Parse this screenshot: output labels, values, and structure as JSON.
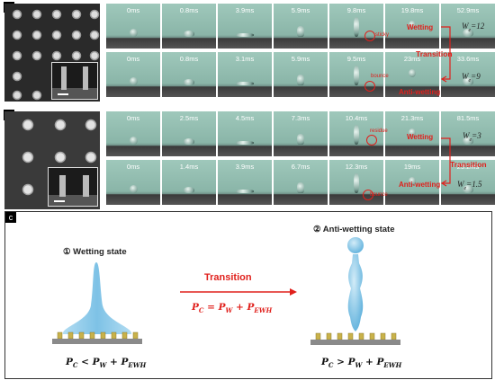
{
  "panel_a": {
    "label": "a",
    "row1_times": [
      "0ms",
      "0.8ms",
      "3.9ms",
      "5.9ms",
      "9.8ms",
      "19.8ms",
      "52.9ms"
    ],
    "row2_times": [
      "0ms",
      "0.8ms",
      "3.1ms",
      "5.9ms",
      "9.5ms",
      "23ms",
      "33.6ms"
    ],
    "sticky": "sticky",
    "bounce": "bounce",
    "wetting": "Wetting",
    "transition": "Transition",
    "anti_wetting": "Anti-wetting",
    "we_top_base": "W",
    "we_top_sub": "e",
    "we_top_val": "=12",
    "we_bot_base": "W",
    "we_bot_sub": "e",
    "we_bot_val": "=9"
  },
  "panel_b": {
    "label": "b",
    "row1_times": [
      "0ms",
      "2.5ms",
      "4.5ms",
      "7.3ms",
      "10.4ms",
      "21.3ms",
      "81.5ms"
    ],
    "row2_times": [
      "0ms",
      "1.4ms",
      "3.9ms",
      "6.7ms",
      "12.3ms",
      "19ms",
      "23.2ms"
    ],
    "residue": "residue",
    "bounce": "bounce",
    "wetting": "Wetting",
    "transition": "Transition",
    "anti_wetting": "Anti-wetting",
    "we_top_base": "W",
    "we_top_sub": "e",
    "we_top_val": "=3",
    "we_bot_base": "W",
    "we_bot_sub": "e",
    "we_bot_val": "=1.5"
  },
  "panel_c": {
    "label": "c",
    "left_title": "① Wetting state",
    "right_title": "② Anti-wetting state",
    "transition": "Transition",
    "eq_mid": {
      "a": "P",
      "a_sub": "C",
      "op": " = ",
      "b": "P",
      "b_sub": "W",
      "plus": " + ",
      "c": "P",
      "c_sub": "EWH"
    },
    "eq_left": {
      "a": "P",
      "a_sub": "C",
      "op": " < ",
      "b": "P",
      "b_sub": "W",
      "plus": " + ",
      "c": "P",
      "c_sub": "EWH"
    },
    "eq_right": {
      "a": "P",
      "a_sub": "C",
      "op": " > ",
      "b": "P",
      "b_sub": "W",
      "plus": " + ",
      "c": "P",
      "c_sub": "EWH"
    }
  },
  "colors": {
    "red": "#e0201c",
    "drop_blue": "#7cc3e6",
    "pillar": "#c9b24a",
    "base": "#8a8a8a"
  }
}
